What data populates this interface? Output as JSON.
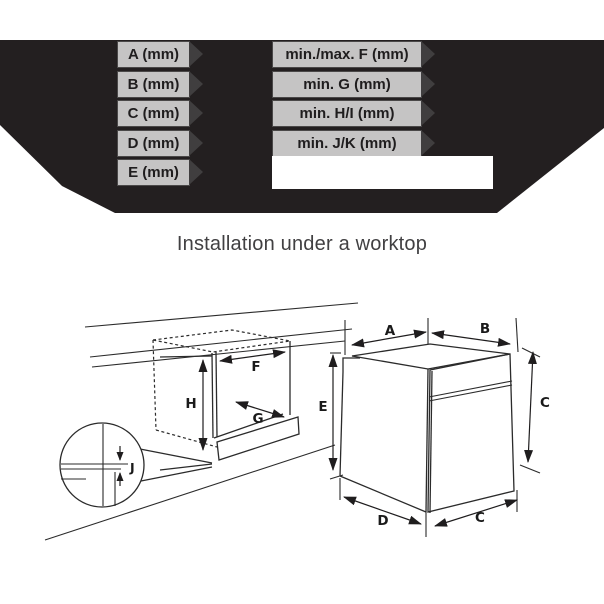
{
  "colors": {
    "banner_bg": "#231f20",
    "box_gray": "#c5c4c4",
    "chevron_gray": "#403e3f",
    "box_text": "#1f1d1e",
    "title_text": "#414042",
    "line_color": "#2b2b2b",
    "page_bg": "#ffffff"
  },
  "banner": {
    "left_labels": [
      "A (mm)",
      "B (mm)",
      "C (mm)",
      "D (mm)",
      "E (mm)"
    ],
    "right_labels": [
      "min./max. F (mm)",
      "min. G (mm)",
      "min. H/I (mm)",
      "min. J/K (mm)"
    ]
  },
  "title": "Installation under a worktop",
  "diagram_left": {
    "dim_f": "F",
    "dim_g": "G",
    "dim_h": "H",
    "dim_j": "J"
  },
  "diagram_right": {
    "dim_a": "A",
    "dim_b": "B",
    "dim_c_side": "C",
    "dim_c_bottom": "C",
    "dim_d": "D",
    "dim_e": "E"
  }
}
